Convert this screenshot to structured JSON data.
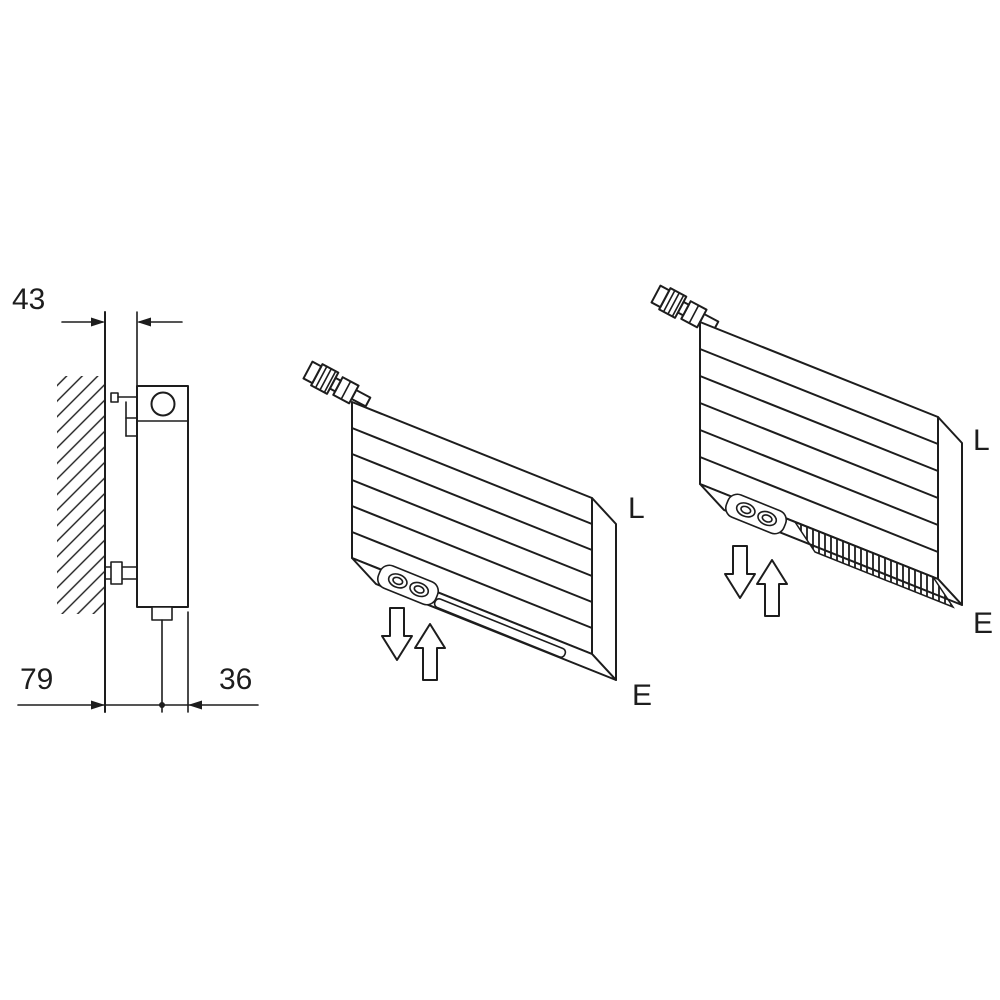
{
  "figure": {
    "kind": "radiator-installation-technical-diagram",
    "line_color": "#1d1d1d",
    "background_color": "#ffffff",
    "side_view": {
      "dim_top": "43",
      "dim_bottom_left": "79",
      "dim_bottom_right": "36"
    },
    "single_panel_radiator": {
      "label_top": "L",
      "label_bottom": "E"
    },
    "double_panel_radiator": {
      "label_top": "L",
      "label_bottom": "E"
    }
  }
}
